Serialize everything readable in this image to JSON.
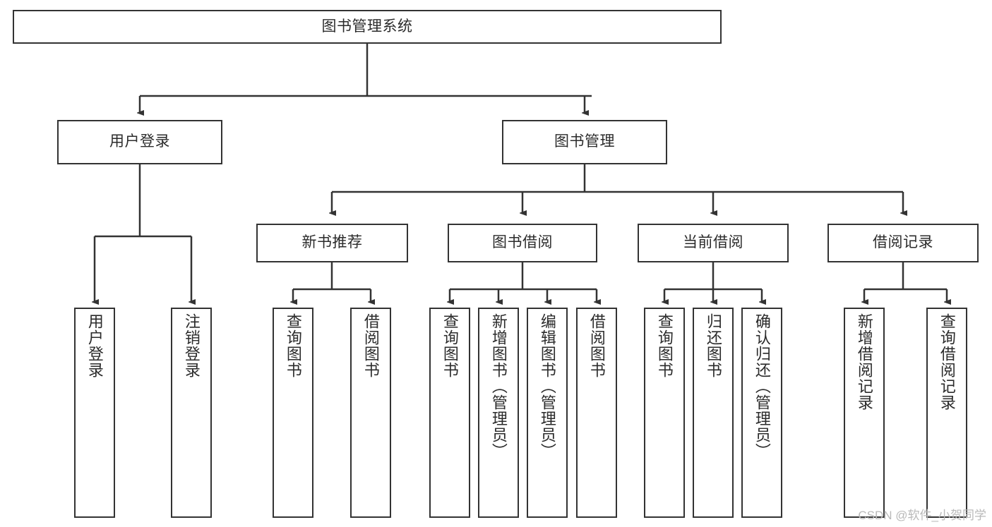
{
  "diagram": {
    "type": "tree-hierarchy",
    "title": "图书管理系统",
    "orientation": "top-down",
    "colors": {
      "box_border": "#333333",
      "box_fill": "#ffffff",
      "edge": "#333333",
      "text": "#2b2b2b",
      "background": "#ffffff",
      "watermark": "#b9b9b9"
    },
    "levels": {
      "root": {
        "label": "图书管理系统"
      },
      "level2": [
        {
          "id": "user-login",
          "label": "用户登录"
        },
        {
          "id": "book-manage",
          "label": "图书管理"
        }
      ],
      "level3": [
        {
          "id": "new-book-recommend",
          "label": "新书推荐",
          "parent": "book-manage"
        },
        {
          "id": "book-borrow",
          "label": "图书借阅",
          "parent": "book-manage"
        },
        {
          "id": "current-borrow",
          "label": "当前借阅",
          "parent": "book-manage"
        },
        {
          "id": "borrow-record",
          "label": "借阅记录",
          "parent": "book-manage"
        }
      ],
      "leaves": [
        {
          "id": "leaf-user-login",
          "label": "用户登录",
          "parent": "user-login"
        },
        {
          "id": "leaf-user-logout",
          "label": "注销登录",
          "parent": "user-login"
        },
        {
          "id": "leaf-query-book-1",
          "label": "查询图书",
          "parent": "new-book-recommend"
        },
        {
          "id": "leaf-borrow-book-1",
          "label": "借阅图书",
          "parent": "new-book-recommend"
        },
        {
          "id": "leaf-query-book-2",
          "label": "查询图书",
          "parent": "book-borrow"
        },
        {
          "id": "leaf-add-book",
          "label": "新增图书（管理员）",
          "parent": "book-borrow"
        },
        {
          "id": "leaf-edit-book",
          "label": "编辑图书（管理员）",
          "parent": "book-borrow"
        },
        {
          "id": "leaf-borrow-book-2",
          "label": "借阅图书",
          "parent": "book-borrow"
        },
        {
          "id": "leaf-query-book-3",
          "label": "查询图书",
          "parent": "current-borrow"
        },
        {
          "id": "leaf-return-book",
          "label": "归还图书",
          "parent": "current-borrow"
        },
        {
          "id": "leaf-confirm-return",
          "label": "确认归还（管理员）",
          "parent": "current-borrow"
        },
        {
          "id": "leaf-add-record",
          "label": "新增借阅记录",
          "parent": "borrow-record"
        },
        {
          "id": "leaf-query-record",
          "label": "查询借阅记录",
          "parent": "borrow-record"
        }
      ]
    }
  },
  "watermark": {
    "text": "CSDN @软件_小贺同学"
  }
}
